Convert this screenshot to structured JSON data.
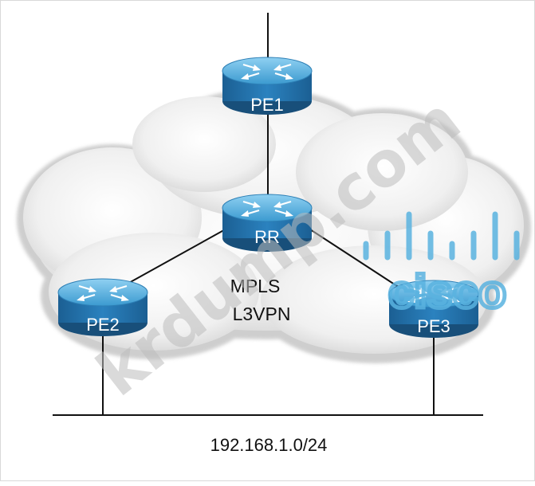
{
  "routers": [
    {
      "id": "pe1",
      "label": "PE1"
    },
    {
      "id": "rr",
      "label": "RR"
    },
    {
      "id": "pe2",
      "label": "PE2"
    },
    {
      "id": "pe3",
      "label": "PE3"
    }
  ],
  "cloud": {
    "line1": "MPLS",
    "line2": "L3VPN"
  },
  "subnet": {
    "label": "192.168.1.0/24"
  },
  "watermark": {
    "text": "krdump.com",
    "logo_text": "cisco"
  },
  "colors": {
    "router_top": "#3a9bd0",
    "router_body": "#1f6fa8",
    "cloud": "#eeeeee",
    "links": "#111111"
  }
}
